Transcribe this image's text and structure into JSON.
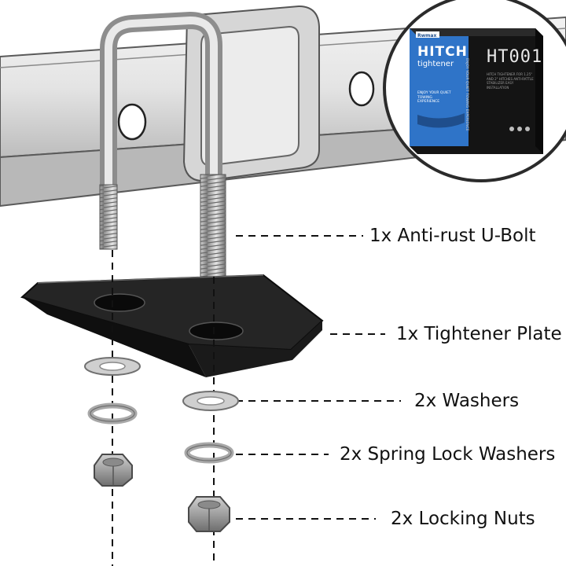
{
  "callouts": {
    "u_bolt": "1x Anti-rust U-Bolt",
    "plate": "1x Tightener Plate",
    "washers": "2x Washers",
    "spring_washers": "2x Spring Lock Washers",
    "nuts": "2x Locking Nuts"
  },
  "package": {
    "brand": "Rwmax",
    "title": "HITCH",
    "subtitle": "tightener",
    "model": "HT001",
    "slogan": "ENJOY YOUR QUIET TOWING EXPERIENCE",
    "side_text": "ENJOY YOUR QUIET TOWING EXPERIENCE",
    "description": "HITCH TIGHTENER FOR 1.25\" AND 2\" HITCHES ANTI-RATTLE STABILIZER EASY INSTALLATION"
  },
  "colors": {
    "package_blue": "#2f74c8",
    "package_black": "#141414",
    "plate": "#1a1a1a",
    "metal": "#c9c9c9"
  }
}
